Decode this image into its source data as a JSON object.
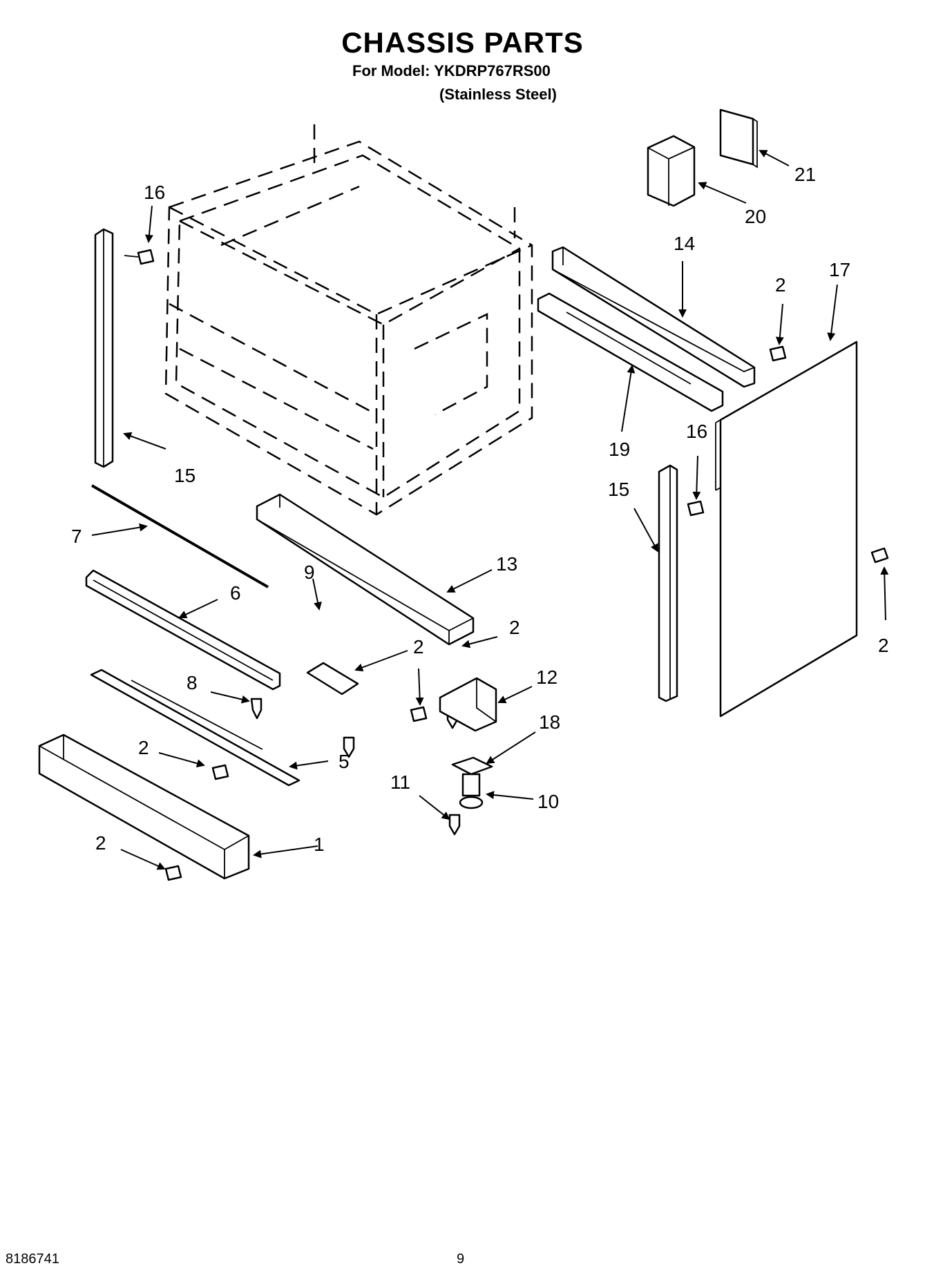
{
  "header": {
    "title": "CHASSIS PARTS",
    "model_line": "For Model: YKDRP767RS00",
    "finish_line": "(Stainless Steel)"
  },
  "callouts": [
    {
      "id": "c16a",
      "label": "16"
    },
    {
      "id": "c15a",
      "label": "15"
    },
    {
      "id": "c7",
      "label": "7"
    },
    {
      "id": "c6",
      "label": "6"
    },
    {
      "id": "c8",
      "label": "8"
    },
    {
      "id": "c2a",
      "label": "2"
    },
    {
      "id": "c5",
      "label": "5"
    },
    {
      "id": "c2b",
      "label": "2"
    },
    {
      "id": "c1",
      "label": "1"
    },
    {
      "id": "c9",
      "label": "9"
    },
    {
      "id": "c13",
      "label": "13"
    },
    {
      "id": "c2c",
      "label": "2"
    },
    {
      "id": "c2d",
      "label": "2"
    },
    {
      "id": "c12",
      "label": "12"
    },
    {
      "id": "c18",
      "label": "18"
    },
    {
      "id": "c11",
      "label": "11"
    },
    {
      "id": "c10",
      "label": "10"
    },
    {
      "id": "c21",
      "label": "21"
    },
    {
      "id": "c20",
      "label": "20"
    },
    {
      "id": "c14",
      "label": "14"
    },
    {
      "id": "c2e",
      "label": "2"
    },
    {
      "id": "c17",
      "label": "17"
    },
    {
      "id": "c19",
      "label": "19"
    },
    {
      "id": "c16b",
      "label": "16"
    },
    {
      "id": "c15b",
      "label": "15"
    },
    {
      "id": "c2f",
      "label": "2"
    }
  ],
  "footer": {
    "doc_number": "8186741",
    "page_number": "9"
  }
}
